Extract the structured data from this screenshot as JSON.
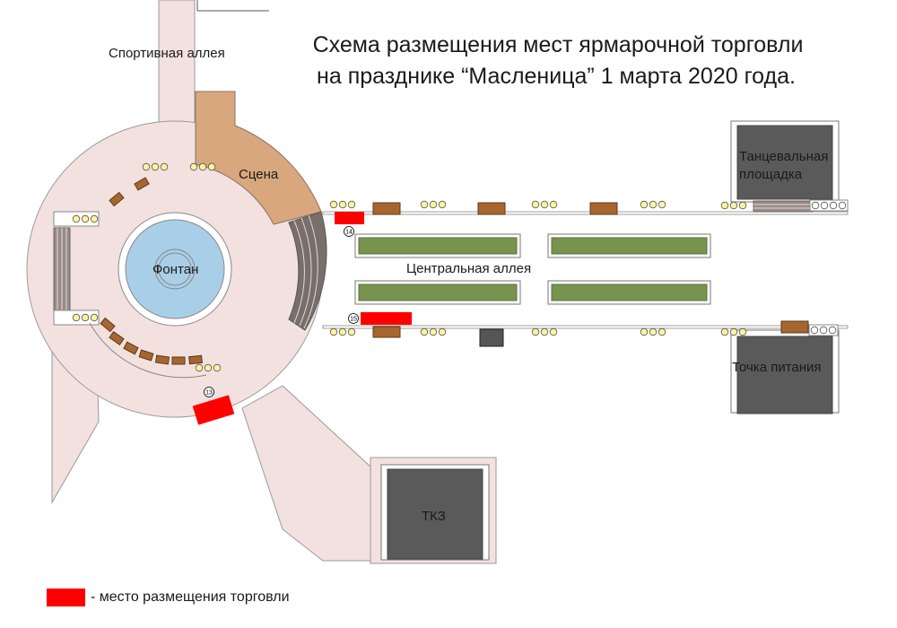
{
  "title": {
    "line1": "Схема размещения мест ярмарочной торговли",
    "line2": "на празднике “Масленица” 1 марта 2020 года."
  },
  "places": {
    "sport_alley": "Спортивная аллея",
    "stage": "Сцена",
    "fountain": "Фонтан",
    "dance_line1": "Танцевальная",
    "dance_line2": "площадка",
    "central_alley": "Центральная аллея",
    "food_point": "Точка питания",
    "tkz": "ТКЗ"
  },
  "trade_spots": [
    {
      "number": "13"
    },
    {
      "number": "14"
    },
    {
      "number": "15"
    }
  ],
  "legend": {
    "text": "- место размещения торговли"
  },
  "colors": {
    "plaza": "#f3e1e0",
    "stage": "#d8a77e",
    "fountain": "#a9cfe8",
    "grass": "#77934e",
    "stall": "#a8662f",
    "building": "#5a5a5a",
    "trade": "#ff0000",
    "lamp": "#fdf39d"
  }
}
